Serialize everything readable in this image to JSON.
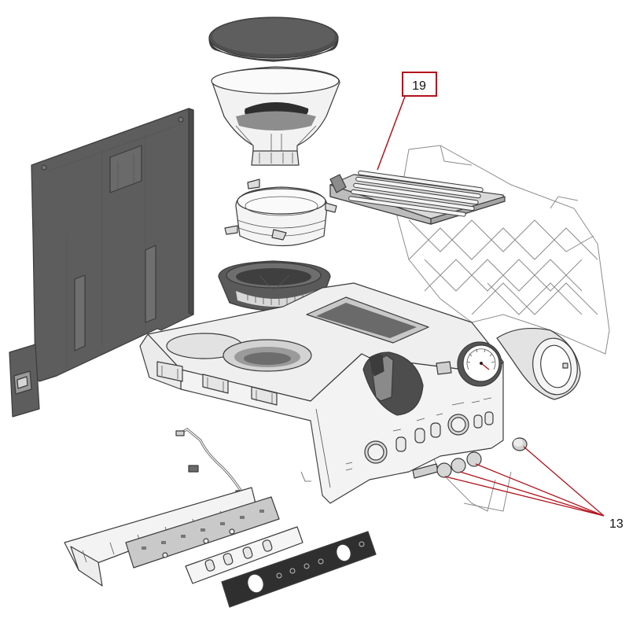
{
  "callouts": [
    {
      "id": "19",
      "label": "19",
      "boxed": true
    },
    {
      "id": "13",
      "label": "13",
      "boxed": false
    }
  ],
  "colors": {
    "callout_red": "#b3121b",
    "leader_red": "#b3121b",
    "outline": "#3b3b3b",
    "dark_part": "#5d5d5d",
    "light_part": "#e9e9e9"
  }
}
